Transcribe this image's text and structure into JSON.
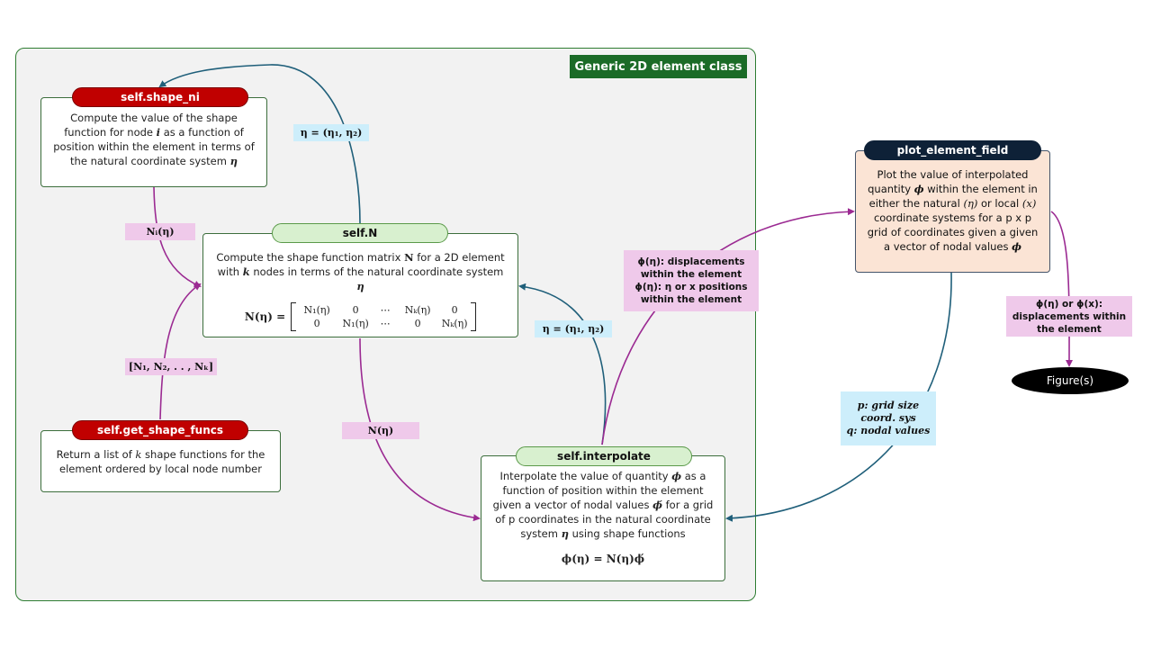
{
  "class_title": "Generic 2D element class",
  "shape_ni": {
    "label": "self.shape_ni",
    "text_1": "Compute the value of the shape function for node",
    "var_i": "i",
    "text_2": "as a function of position within the element in terms of the natural coordinate system",
    "var_eta": "η"
  },
  "N": {
    "label": "self.N",
    "text_1": "Compute the shape function matrix",
    "var_N": "N",
    "text_2": "for a 2D element with",
    "var_k": "k",
    "text_3": "nodes in terms of the natural coordinate system",
    "var_eta": "η",
    "eq_lhs": "N(η) =",
    "matrix": [
      [
        "N₁(η)",
        "0",
        "⋯",
        "Nₖ(η)",
        "0"
      ],
      [
        "0",
        "N₁(η)",
        "⋯",
        "0",
        "Nₖ(η)"
      ]
    ]
  },
  "get_shape_funcs": {
    "label": "self.get_shape_funcs",
    "text_1": "Return a list of",
    "var_k": "k",
    "text_2": "shape functions for the element ordered by local node number"
  },
  "interpolate": {
    "label": "self.interpolate",
    "text_1": "Interpolate the value of quantity",
    "var_phi": "ϕ",
    "text_2": "as a function of position within the element given a vector of nodal values",
    "var_phihat": "ϕ́",
    "text_3": "for a grid of p coordinates in the natural coordinate system",
    "var_eta": "η",
    "text_4": "using shape functions",
    "equation": "ϕ(η) = N(η)ϕ́"
  },
  "plot_field": {
    "label": "plot_element_field",
    "text_1": "Plot the value of interpolated quantity",
    "var_phi": "ϕ",
    "text_2": "within the element in either the natural",
    "var_eta": "(η)",
    "text_3": "or local",
    "var_x": "(x)",
    "text_4": "coordinate systems for a p x p grid of coordinates given a given a vector of nodal values",
    "var_phi2": "ϕ"
  },
  "labels": {
    "eta_top": "η = (η₁, η₂)",
    "eta_right": "η = (η₁, η₂)",
    "Ni_eta": "Nᵢ(η)",
    "N_list": "[N₁, N₂, . . , Nₖ]",
    "N_eta": "N(η)",
    "phi_disp_1": "ϕ(η): displacements within the element",
    "phi_disp_2": "ϕ(η): η or x positions within the element",
    "grid_1": "p: grid size",
    "grid_2": "coord. sys",
    "grid_3": "q: nodal values",
    "phi_out": "ϕ(η) or ϕ(x): displacements within the element"
  },
  "figure_label": "Figure(s)",
  "colors": {
    "purple_arrow": "#9b2a92",
    "blue_arrow": "#1f5f7a",
    "container_border": "#2e7d32",
    "title_bg": "#1b6b27",
    "red_pill": "#c00000",
    "green_pill": "#d8f0cf",
    "dark_pill": "#0e2137",
    "pink_tag": "#efc9ea",
    "blue_tag": "#cdeefb",
    "plot_box": "#fbe4d5"
  }
}
